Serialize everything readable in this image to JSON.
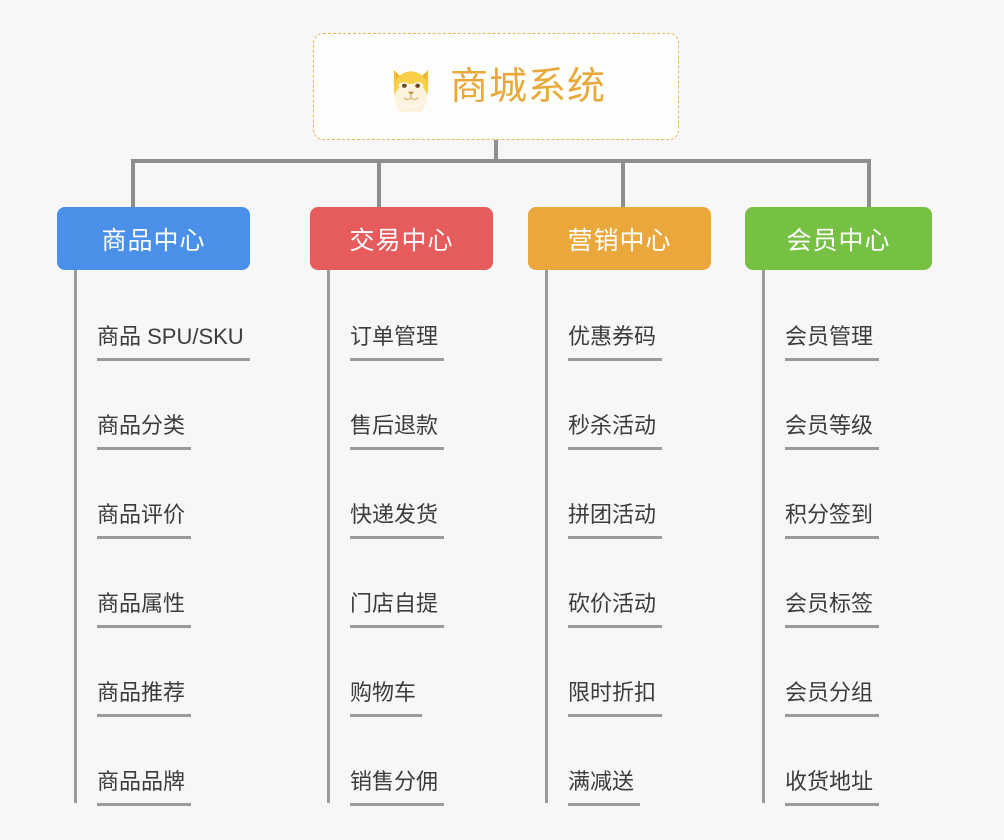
{
  "diagram": {
    "type": "mindmap-org-chart",
    "background_color": "#f7f7f7",
    "connector_color": "#8e8e8e",
    "root": {
      "title": "商城系统",
      "icon": "shiba-dog-face-emoji",
      "text_color": "#e8a93a",
      "border_color": "#e7b45a",
      "border_style": "dashed",
      "background_color": "#fdfdfc"
    },
    "branches": [
      {
        "label": "商品中心",
        "color": "#4a90e8",
        "items": [
          {
            "label": "商品 SPU/SKU"
          },
          {
            "label": "商品分类"
          },
          {
            "label": "商品评价"
          },
          {
            "label": "商品属性"
          },
          {
            "label": "商品推荐"
          },
          {
            "label": "商品品牌"
          }
        ]
      },
      {
        "label": "交易中心",
        "color": "#e65c5c",
        "items": [
          {
            "label": "订单管理"
          },
          {
            "label": "售后退款"
          },
          {
            "label": "快递发货"
          },
          {
            "label": "门店自提"
          },
          {
            "label": "购物车"
          },
          {
            "label": "销售分佣"
          }
        ]
      },
      {
        "label": "营销中心",
        "color": "#eaa83c",
        "items": [
          {
            "label": "优惠券码"
          },
          {
            "label": "秒杀活动"
          },
          {
            "label": "拼团活动"
          },
          {
            "label": "砍价活动"
          },
          {
            "label": "限时折扣"
          },
          {
            "label": "满减送"
          }
        ]
      },
      {
        "label": "会员中心",
        "color": "#76c043",
        "items": [
          {
            "label": "会员管理"
          },
          {
            "label": "会员等级"
          },
          {
            "label": "积分签到"
          },
          {
            "label": "会员标签"
          },
          {
            "label": "会员分组"
          },
          {
            "label": "收货地址"
          }
        ]
      }
    ]
  }
}
